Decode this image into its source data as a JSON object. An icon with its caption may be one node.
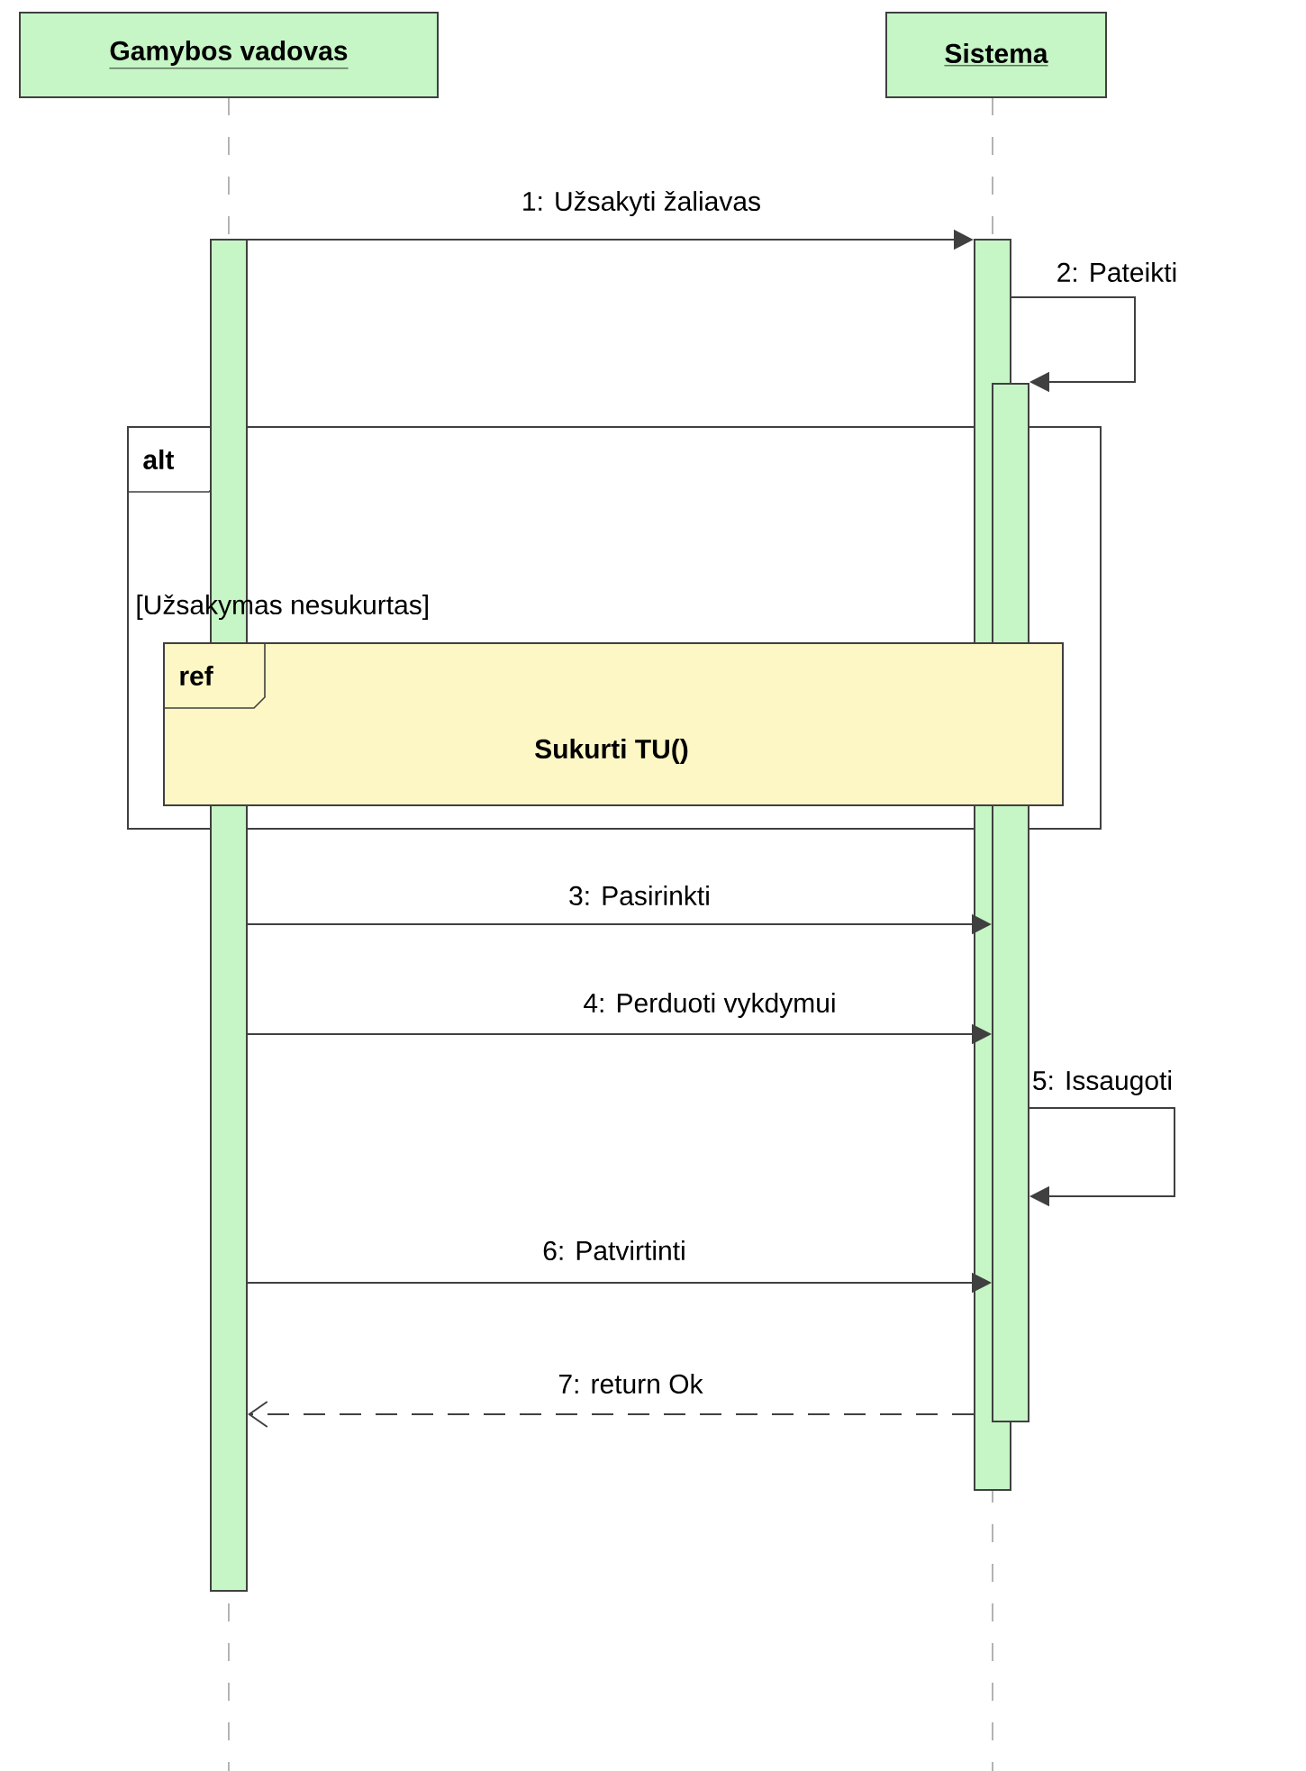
{
  "diagram": {
    "nodes": [
      {
        "text": [
          "Gamybos vadovas"
        ]
      },
      {
        "text": [
          "Sistema"
        ]
      },
      {
        "text": [],
        "shape": "bar"
      },
      {
        "text": [],
        "shape": "bar"
      },
      {
        "text": [],
        "shape": "bar"
      },
      {
        "text": [
          "alt",
          "[Užsakymas nesukurtas]"
        ]
      },
      {
        "text": [
          "ref",
          "Sukurti TU()"
        ],
        "in": 5
      }
    ],
    "edges": [
      {
        "from": 2,
        "to": 3,
        "arrow": "to",
        "label": "1: Užsakyti žaliavas"
      },
      {
        "from": 3,
        "to": 4,
        "arrow": "to",
        "label": "2: Pateikti"
      },
      {
        "from": 2,
        "to": 4,
        "arrow": "to",
        "label": "3: Pasirinkti"
      },
      {
        "from": 2,
        "to": 4,
        "arrow": "to",
        "label": "4: Perduoti vykdymui"
      },
      {
        "from": 4,
        "to": 4,
        "arrow": "to",
        "label": "5: Issaugoti"
      },
      {
        "from": 2,
        "to": 4,
        "arrow": "to",
        "label": "6: Patvirtinti"
      },
      {
        "from": 3,
        "to": 2,
        "arrow": "to",
        "label": "7: return Ok",
        "style": "dashed"
      }
    ]
  }
}
